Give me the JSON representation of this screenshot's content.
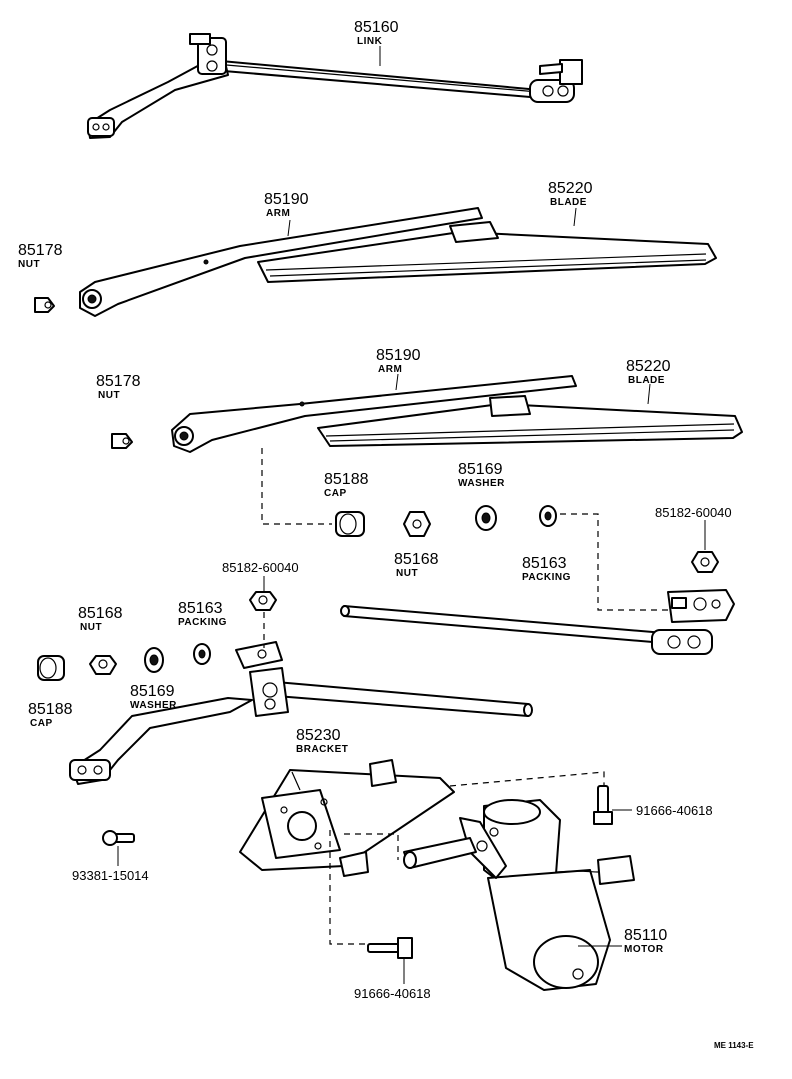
{
  "labels": {
    "link": {
      "num": "85160",
      "name": "LINK"
    },
    "arm1": {
      "num": "85190",
      "name": "ARM"
    },
    "blade1": {
      "num": "85220",
      "name": "BLADE"
    },
    "nut1": {
      "num": "85178",
      "name": "NUT"
    },
    "arm2": {
      "num": "85190",
      "name": "ARM"
    },
    "blade2": {
      "num": "85220",
      "name": "BLADE"
    },
    "nut2": {
      "num": "85178",
      "name": "NUT"
    },
    "cap_right": {
      "num": "85188",
      "name": "CAP"
    },
    "washer_right": {
      "num": "85169",
      "name": "WASHER"
    },
    "nut_right": {
      "num": "85168",
      "name": "NUT"
    },
    "packing_right": {
      "num": "85163",
      "name": "PACKING"
    },
    "pn_right_top": "85182-60040",
    "pn_left_mid": "85182-60040",
    "nut_left": {
      "num": "85168",
      "name": "NUT"
    },
    "packing_left": {
      "num": "85163",
      "name": "PACKING"
    },
    "cap_left": {
      "num": "85188",
      "name": "CAP"
    },
    "washer_left": {
      "num": "85169",
      "name": "WASHER"
    },
    "bracket": {
      "num": "85230",
      "name": "BRACKET"
    },
    "pn_bolt_right": "91666-40618",
    "pn_screw": "93381-15014",
    "motor": {
      "num": "85110",
      "name": "MOTOR"
    },
    "pn_bolt_bottom": "91666-40618"
  },
  "figure_code": "ME 1143-E"
}
